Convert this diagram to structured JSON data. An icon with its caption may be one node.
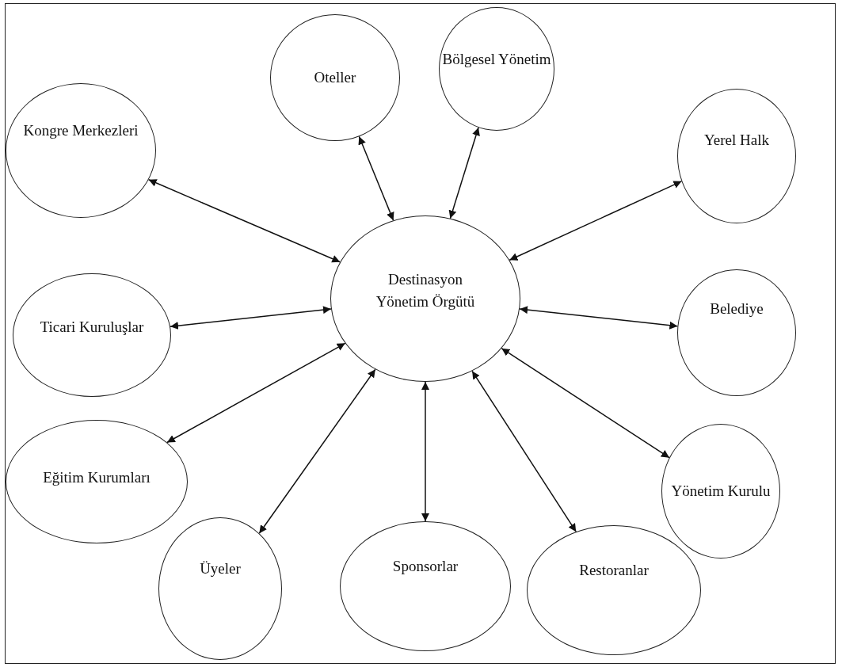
{
  "diagram": {
    "nodes": [
      {
        "text": [
          "Oteller"
        ]
      },
      {
        "text": [
          "Bölgesel Yönetim"
        ]
      },
      {
        "text": [
          "Kongre Merkezleri"
        ]
      },
      {
        "text": [
          "Yerel Halk"
        ]
      },
      {
        "text": [
          "Destinasyon Yönetim Örgütü"
        ]
      },
      {
        "text": [
          "Ticari Kuruluşlar"
        ]
      },
      {
        "text": [
          "Belediye"
        ]
      },
      {
        "text": [
          "Eğitim Kurumları"
        ]
      },
      {
        "text": [
          "Yönetim Kurulu"
        ]
      },
      {
        "text": [
          "Üyeler"
        ]
      },
      {
        "text": [
          "Sponsorlar"
        ]
      },
      {
        "text": [
          "Restoranlar"
        ]
      }
    ],
    "edges": [
      {
        "from": 4,
        "to": 0,
        "arrow": "both"
      },
      {
        "from": 4,
        "to": 1,
        "arrow": "both"
      },
      {
        "from": 4,
        "to": 2,
        "arrow": "both"
      },
      {
        "from": 4,
        "to": 3,
        "arrow": "both"
      },
      {
        "from": 4,
        "to": 5,
        "arrow": "both"
      },
      {
        "from": 4,
        "to": 6,
        "arrow": "both"
      },
      {
        "from": 4,
        "to": 7,
        "arrow": "both"
      },
      {
        "from": 4,
        "to": 8,
        "arrow": "both"
      },
      {
        "from": 4,
        "to": 9,
        "arrow": "both"
      },
      {
        "from": 4,
        "to": 10,
        "arrow": "both"
      },
      {
        "from": 4,
        "to": 11,
        "arrow": "both"
      }
    ]
  }
}
